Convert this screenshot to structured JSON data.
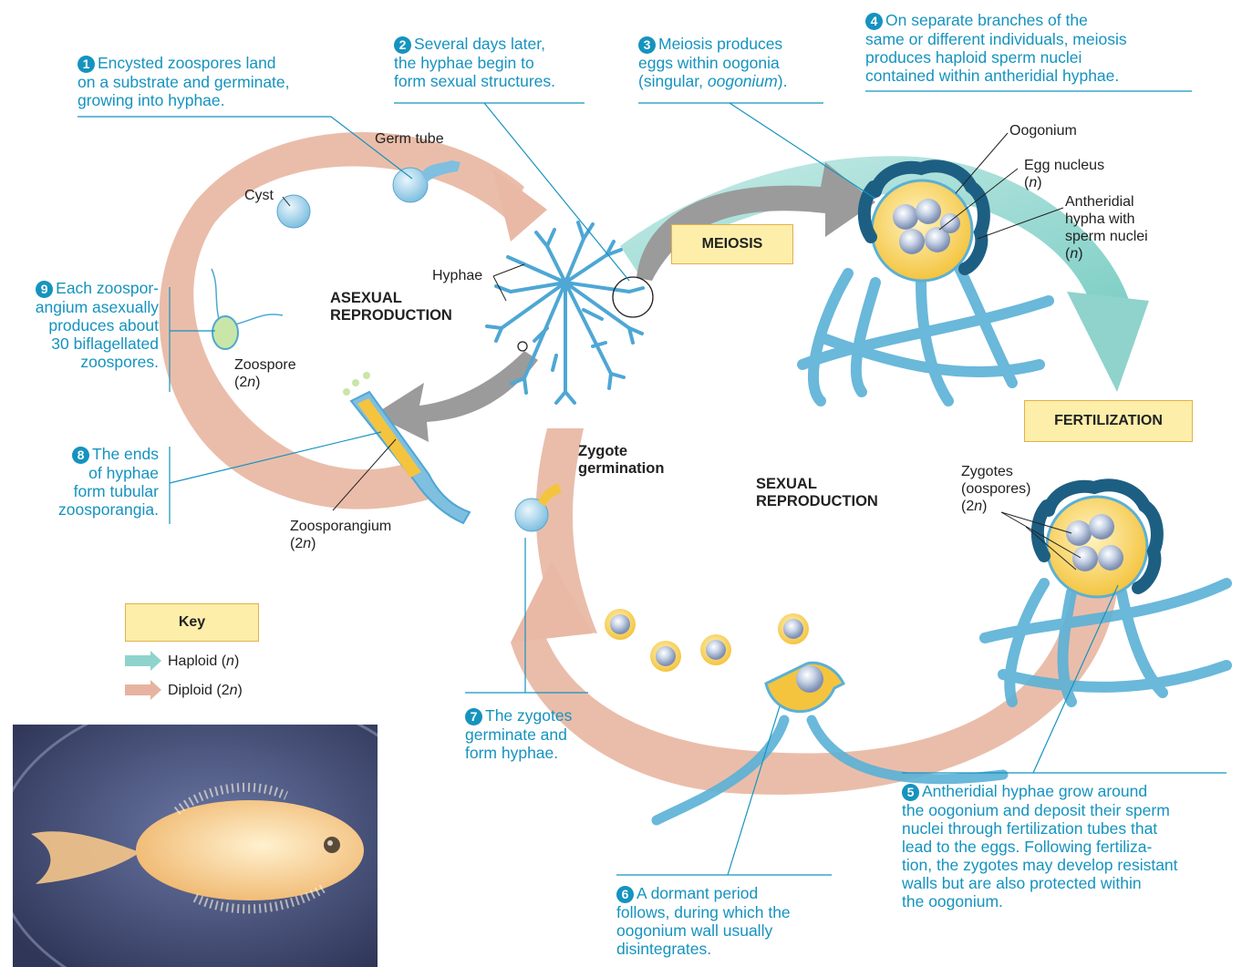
{
  "steps": {
    "s1": {
      "num": "1",
      "lines": [
        "Encysted zoospores land",
        "on a substrate and germinate,",
        "growing into hyphae."
      ]
    },
    "s2": {
      "num": "2",
      "lines": [
        "Several days later,",
        "the hyphae begin to",
        "form sexual structures."
      ]
    },
    "s3": {
      "num": "3",
      "line1": "Meiosis produces",
      "line2": "eggs within oogonia",
      "line3_pre": "(singular, ",
      "line3_italic": "oogonium",
      "line3_post": ")."
    },
    "s4": {
      "num": "4",
      "lines": [
        "On separate branches of the",
        "same or different individuals, meiosis",
        "produces haploid sperm nuclei",
        "contained within antheridial hyphae."
      ]
    },
    "s5": {
      "num": "5",
      "lines": [
        "Antheridial hyphae grow around",
        "the oogonium and deposit their sperm",
        "nuclei through fertilization tubes that",
        "lead to the eggs. Following fertiliza-",
        "tion, the zygotes may develop resistant",
        "walls but are also protected within",
        "the oogonium."
      ]
    },
    "s6": {
      "num": "6",
      "lines": [
        "A dormant period",
        "follows, during which the",
        "oogonium wall usually",
        "disintegrates."
      ]
    },
    "s7": {
      "num": "7",
      "lines": [
        "The zygotes",
        "germinate and",
        "form hyphae."
      ]
    },
    "s8": {
      "num": "8",
      "lines": [
        "The ends",
        "of hyphae",
        "form tubular",
        "zoosporangia."
      ]
    },
    "s9": {
      "num": "9",
      "lines": [
        "Each zoospor-",
        "angium asexually",
        "produces about",
        "30 biflagellated",
        "zoospores."
      ]
    }
  },
  "labels": {
    "germ_tube": "Germ tube",
    "cyst": "Cyst",
    "hyphae": "Hyphae",
    "asexual": [
      "ASEXUAL",
      "REPRODUCTION"
    ],
    "sexual": [
      "SEXUAL",
      "REPRODUCTION"
    ],
    "zygote_germination": [
      "Zygote",
      "germination"
    ],
    "zoospore": "Zoospore",
    "zoospore_ploidy": [
      "(2",
      "n",
      ")"
    ],
    "zoosporangium": "Zoosporangium",
    "zoosporangium_ploidy": [
      "(2",
      "n",
      ")"
    ],
    "oogonium": "Oogonium",
    "egg_nucleus": "Egg nucleus",
    "egg_ploidy": [
      "(",
      "n",
      ")"
    ],
    "antheridial": [
      "Antheridial",
      "hypha with",
      "sperm nuclei"
    ],
    "antheridial_ploidy": [
      "(",
      "n",
      ")"
    ],
    "zygotes": [
      "Zygotes",
      "(oospores)"
    ],
    "zygotes_ploidy": [
      "(2",
      "n",
      ")"
    ]
  },
  "stages": {
    "meiosis": "MEIOSIS",
    "fertilization": "FERTILIZATION"
  },
  "key": {
    "title": "Key",
    "haploid": {
      "pre": "Haploid (",
      "italic": "n",
      "post": ")"
    },
    "diploid": {
      "pre": "Diploid (2",
      "italic": "n",
      "post": ")"
    }
  },
  "colors": {
    "haploid_arrow": "#8fd3cc",
    "diploid_arrow": "#e6b3a0",
    "step_text": "#1593bf",
    "hyphae": "#5ab0d6",
    "oogonium": "#f7cf52",
    "stage_box_fill": "#fdeea9"
  }
}
